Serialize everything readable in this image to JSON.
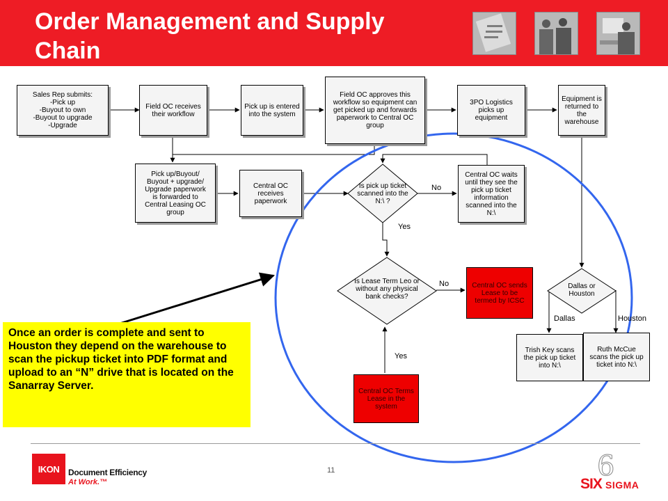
{
  "title": "Order Management and Supply Chain",
  "colors": {
    "brand_red": "#ee1c25",
    "process_red": "#ee0000",
    "callout_yellow": "#ffff00",
    "circle_blue": "#3366ee"
  },
  "header_images": [
    "document-photo",
    "people-photo",
    "office-photo"
  ],
  "flow": {
    "sales_rep": "Sales Rep submits:\n-Pick up\n-Buyout to own\n-Buyout to upgrade\n-Upgrade",
    "field_oc_receives": "Field OC receives\ntheir workflow",
    "pickup_entered": "Pick up is entered\ninto the system",
    "field_oc_approves": "Field OC approves this\nworkflow so equipment can\nget picked up and forwards\npaperwork to Central OC\ngroup",
    "logistics": "3PO Logistics\npicks up\nequipment",
    "returned": "Equipment is\nreturned to\nthe\nwarehouse",
    "paperwork_forwarded": "Pick up/Buyout/\nBuyout + upgrade/\nUpgrade paperwork\nis forwarded to\nCentral Leasing OC\ngroup",
    "central_receives": "Central OC\nreceives\npaperwork",
    "scanned_decision": "Is pick up ticket\nscanned into the\nN:\\ ?",
    "central_waits": "Central OC waits\nuntil they see the\npick up ticket\ninformation\nscanned into the\nN:\\",
    "lease_decision": "Is Lease Term Leo or\nwithout any physical\nbank checks?",
    "central_sends": "Central OC sends\nLease to be\ntermed by ICSC",
    "central_terms": "Central OC Terms\nLease in the\nsystem",
    "location_decision": "Dallas or\nHouston",
    "trish": "Trish Key scans\nthe pick up ticket\ninto N:\\",
    "ruth": "Ruth McCue\nscans the pick up\nticket into N:\\",
    "edge_no_1": "No",
    "edge_yes_1": "Yes",
    "edge_no_2": "No",
    "edge_yes_2": "Yes",
    "edge_dallas": "Dallas",
    "edge_houston": "Houston"
  },
  "callout": "Once an order is complete and sent to Houston they depend on the warehouse to scan the pickup ticket into PDF format and upload to an “N” drive that is located on the Sanarray Server.",
  "page_number": "11",
  "footer": {
    "ikon_logo": "IKON",
    "tagline_1": "Document Efficiency",
    "tagline_2": "At Work.™",
    "sixsigma_six": "SIX",
    "sixsigma_sigma": "SIGMA",
    "sixsigma_symbol": "6"
  }
}
